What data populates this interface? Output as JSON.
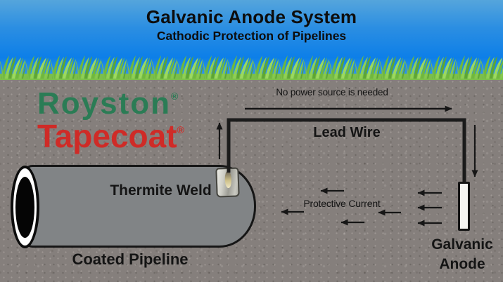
{
  "header": {
    "title": "Galvanic Anode System",
    "subtitle": "Cathodic Protection of Pipelines"
  },
  "logo": {
    "line1": "Royston",
    "line2": "Tapecoat",
    "registered_mark": "®",
    "line1_color": "#2b7c55",
    "line2_color": "#cf2b27"
  },
  "diagram": {
    "no_power_label": "No power source is needed",
    "lead_wire_label": "Lead Wire",
    "thermite_weld_label": "Thermite Weld",
    "coated_pipeline_label": "Coated Pipeline",
    "protective_current_label": "Protective Current",
    "galvanic_anode_label_line1": "Galvanic",
    "galvanic_anode_label_line2": "Anode",
    "protective_current_arrow_count": 7,
    "colors": {
      "sky_top": "#55a5dc",
      "sky_bottom": "#0d7fe8",
      "grass": "#6fb83d",
      "soil": "#857f7c",
      "pipe_fill": "#818486",
      "anode_fill": "#f5f5f2",
      "wire": "#1b1b1b",
      "text": "#141414"
    }
  }
}
